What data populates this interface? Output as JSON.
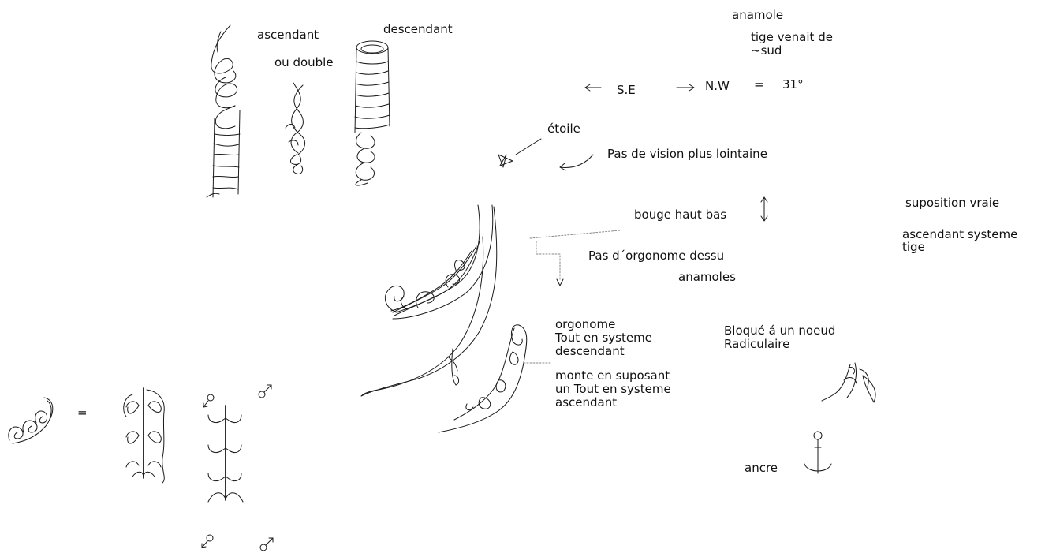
{
  "labels": {
    "ascendant": "ascendant",
    "descendant": "descendant",
    "ou_double": "ou double",
    "anamole": "anamole",
    "tige_venait_1": "tige venait de",
    "tige_venait_2": "~sud",
    "se": "S.E",
    "nw": "N.W",
    "equals": "=",
    "angle": "31°",
    "etoile": "étoile",
    "pas_de_vision": "Pas de vision plus lointaine",
    "bouge_haut_bas": "bouge haut bas",
    "suposition_vraie": "suposition vraie",
    "ascendant_systeme_1": "ascendant systeme",
    "ascendant_systeme_2": "tige",
    "pas_orgonome": "Pas d´orgonome dessu",
    "anamoles": "anamoles",
    "orgonome_1": "orgonome",
    "orgonome_2": "Tout en systeme",
    "orgonome_3": "descendant",
    "monte_1": "monte en suposant",
    "monte_2": "un Tout en systeme",
    "monte_3": "ascendant",
    "bloque_1": "Bloqué á un noeud",
    "bloque_2": "Radiculaire",
    "ancre": "ancre",
    "left_equals": "="
  }
}
